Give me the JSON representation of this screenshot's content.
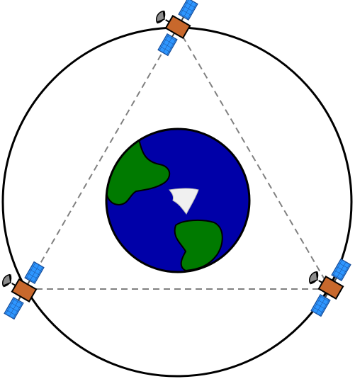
{
  "diagram": {
    "kind": "satellite-constellation",
    "satellite_count": 3,
    "link_style": "dashed",
    "colors": {
      "background": "#ffffff",
      "orbit": "#000000",
      "link": "#808080",
      "ocean": "#0000a8",
      "land": "#007a00",
      "ice": "#f0f0f0",
      "satellite_body": "#c8682c",
      "solar_panel": "#2e96ff",
      "solar_grid": "#1a4f9a",
      "dish": "#7a7a7a"
    }
  }
}
